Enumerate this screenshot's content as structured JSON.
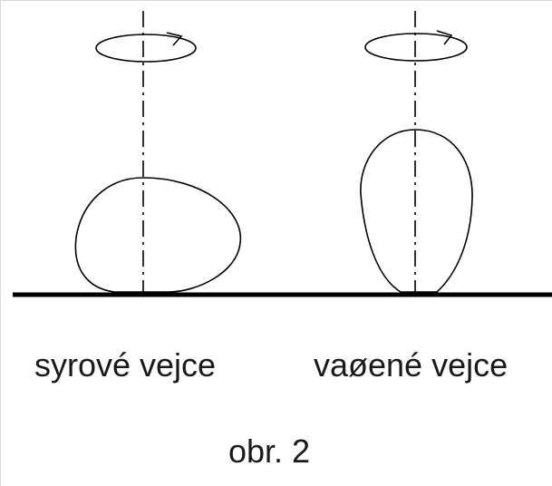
{
  "labels": {
    "left": "syrové vejce",
    "right": "vaøené vejce"
  },
  "caption": "obr. 2",
  "colors": {
    "ink": "#000000",
    "background": "#ffffff"
  }
}
